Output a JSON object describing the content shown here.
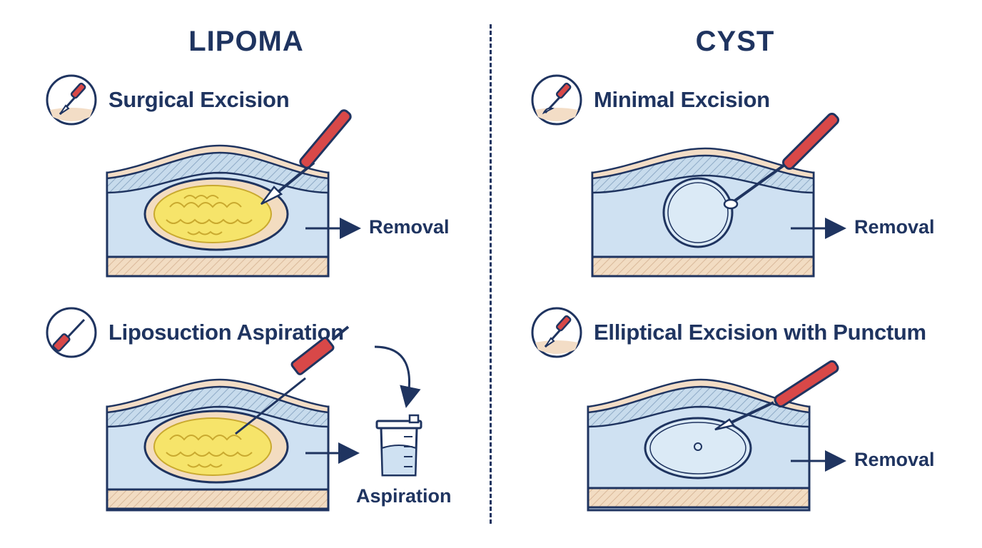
{
  "columns": {
    "left": {
      "title": "LIPOMA"
    },
    "right": {
      "title": "CYST"
    }
  },
  "methods": {
    "surgical_excision": {
      "label": "Surgical Excision",
      "icon": "scalpel-icon",
      "result": "Removal"
    },
    "liposuction": {
      "label": "Liposuction Aspiration",
      "icon": "syringe-icon",
      "result": "Aspiration"
    },
    "minimal_excision": {
      "label": "Minimal Excision",
      "icon": "scalpel-icon",
      "result": "Removal"
    },
    "elliptical_excision": {
      "label": "Elliptical Excision with Punctum",
      "icon": "scalpel-icon",
      "result": "Removal"
    }
  },
  "colors": {
    "navy": "#1f3460",
    "skin": "#f3ddc6",
    "dermis": "#c4d8ea",
    "tissue": "#cfe1f2",
    "fat": "#f6e46a",
    "cyst": "#dbeaf6",
    "tool_red": "#d84848"
  }
}
